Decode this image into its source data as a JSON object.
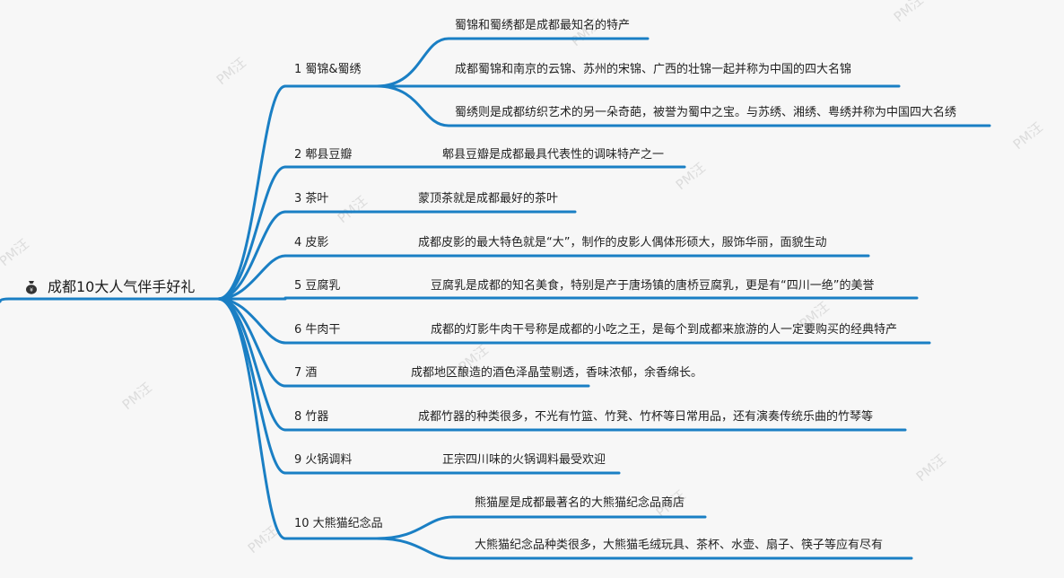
{
  "colors": {
    "background": "#f7f7f7",
    "line": "#1a7fc4",
    "text": "#1f1f1f",
    "watermark": "#dcdcdc"
  },
  "root": {
    "icon": "money-bag-icon",
    "label": "成都10大人气伴手好礼"
  },
  "branches": [
    {
      "label": "1 蜀锦&蜀绣",
      "children": [
        "蜀锦和蜀绣都是成都最知名的特产",
        "成都蜀锦和南京的云锦、苏州的宋锦、广西的壮锦一起并称为中国的四大名锦",
        "蜀绣则是成都纺织艺术的另一朵奇葩，被誉为蜀中之宝。与苏绣、湘绣、粤绣并称为中国四大名绣"
      ]
    },
    {
      "label": "2 郫县豆瓣",
      "children": [
        "郫县豆瓣是成都最具代表性的调味特产之一"
      ]
    },
    {
      "label": "3 茶叶",
      "children": [
        "蒙顶茶就是成都最好的茶叶"
      ]
    },
    {
      "label": "4 皮影",
      "children": [
        "成都皮影的最大特色就是“大”，制作的皮影人偶体形硕大，服饰华丽，面貌生动"
      ]
    },
    {
      "label": "5 豆腐乳",
      "children": [
        "豆腐乳是成都的知名美食，特别是产于唐场镇的唐桥豆腐乳，更是有“四川一绝”的美誉"
      ]
    },
    {
      "label": "6 牛肉干",
      "children": [
        "成都的灯影牛肉干号称是成都的小吃之王，是每个到成都来旅游的人一定要购买的经典特产"
      ]
    },
    {
      "label": "7 酒",
      "children": [
        "成都地区酿造的酒色泽晶莹剔透，香味浓郁，余香绵长。"
      ]
    },
    {
      "label": "8 竹器",
      "children": [
        "成都竹器的种类很多，不光有竹篮、竹凳、竹杯等日常用品，还有演奏传统乐曲的竹琴等"
      ]
    },
    {
      "label": "9 火锅调料",
      "children": [
        "正宗四川味的火锅调料最受欢迎"
      ]
    },
    {
      "label": "10 大熊猫纪念品",
      "children": [
        "熊猫屋是成都最著名的大熊猫纪念品商店",
        "大熊猫纪念品种类很多，大熊猫毛绒玩具、茶杯、水壶、扇子、筷子等应有尽有"
      ]
    }
  ],
  "watermark": "PM汪"
}
